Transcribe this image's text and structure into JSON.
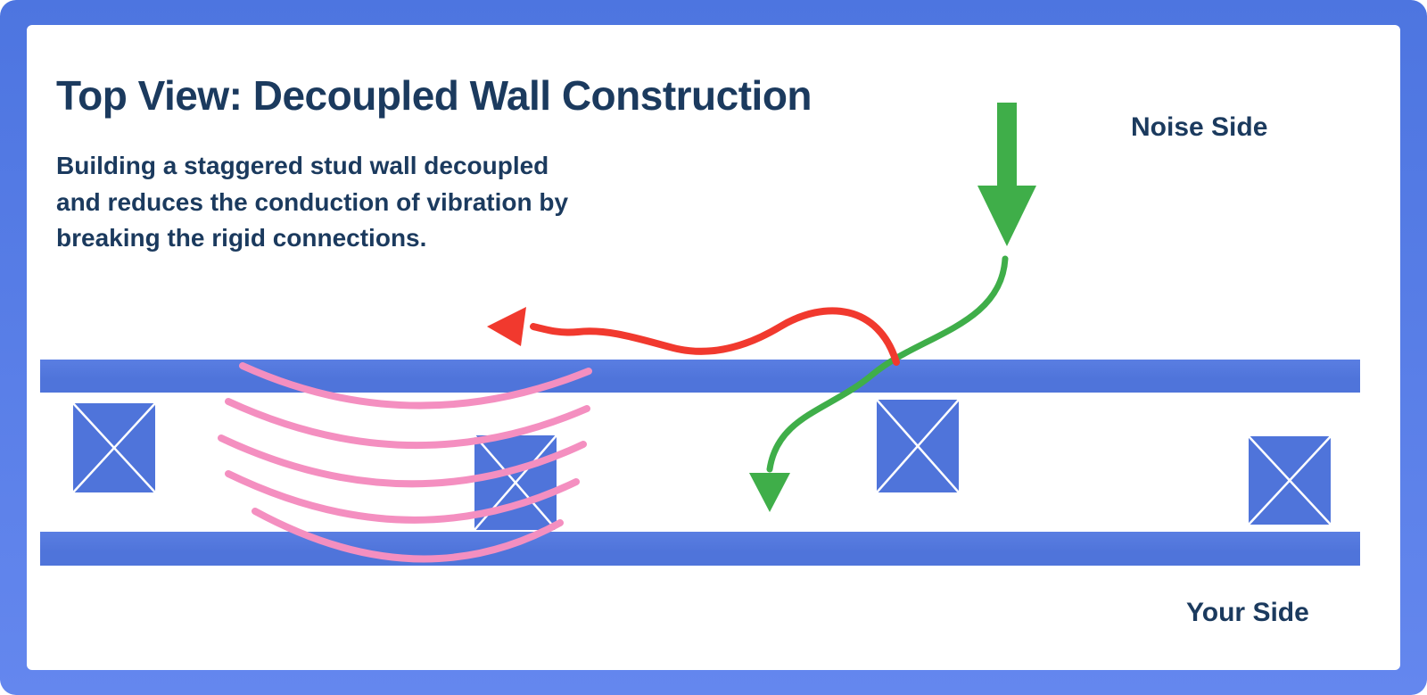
{
  "diagram": {
    "title": "Top View: Decoupled Wall Construction",
    "description": "Building a staggered stud wall decoupled\nand reduces the conduction of vibration by\nbreaking the rigid connections.",
    "labels": {
      "noise_side": "Noise Side",
      "your_side": "Your Side"
    },
    "colors": {
      "border_blue": "#4d75e0",
      "border_blue_2": "#6487ee",
      "plate_blue": "#4f74da",
      "stud_blue": "#4f74da",
      "title_navy": "#1b3a5e",
      "vibration_pink": "#f48fc0",
      "sound_green": "#3fae49",
      "flank_red": "#f1392e",
      "bg_white": "#ffffff"
    }
  }
}
